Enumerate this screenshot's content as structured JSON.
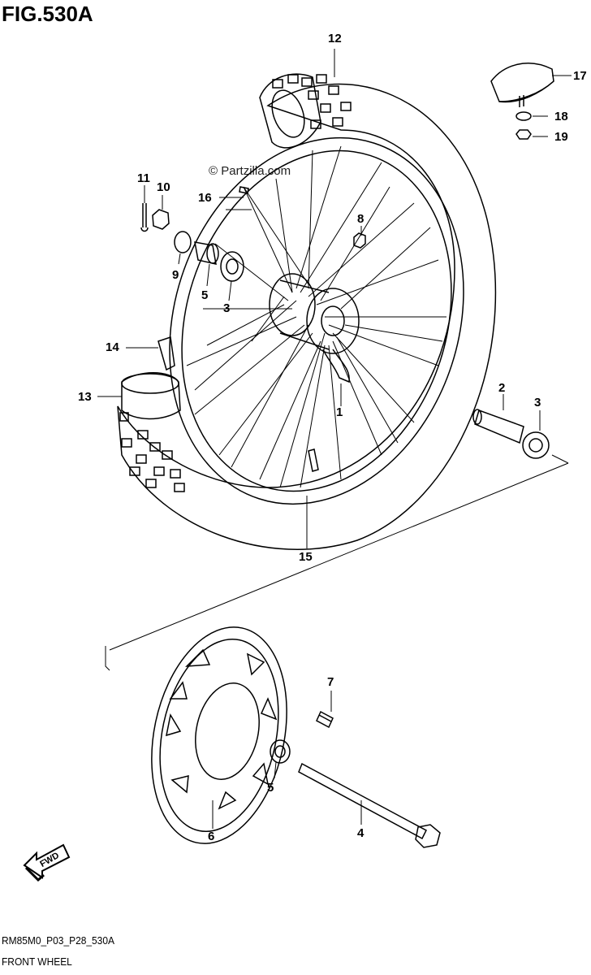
{
  "figure": {
    "title": "FIG.530A",
    "watermark": "© Partzilla.com",
    "footer_code": "RM85M0_P03_P28_530A",
    "footer_name": "FRONT WHEEL",
    "fwd_label": "FWD"
  },
  "callouts": [
    {
      "id": "c12",
      "text": "12"
    },
    {
      "id": "c17",
      "text": "17"
    },
    {
      "id": "c18",
      "text": "18"
    },
    {
      "id": "c19",
      "text": "19"
    },
    {
      "id": "c11",
      "text": "11"
    },
    {
      "id": "c10",
      "text": "10"
    },
    {
      "id": "c16",
      "text": "16"
    },
    {
      "id": "c8",
      "text": "8"
    },
    {
      "id": "c9",
      "text": "9"
    },
    {
      "id": "c5a",
      "text": "5"
    },
    {
      "id": "c3a",
      "text": "3"
    },
    {
      "id": "c14",
      "text": "14"
    },
    {
      "id": "c13",
      "text": "13"
    },
    {
      "id": "c1",
      "text": "1"
    },
    {
      "id": "c2",
      "text": "2"
    },
    {
      "id": "c3b",
      "text": "3"
    },
    {
      "id": "c15",
      "text": "15"
    },
    {
      "id": "c7",
      "text": "7"
    },
    {
      "id": "c5b",
      "text": "5"
    },
    {
      "id": "c6",
      "text": "6"
    },
    {
      "id": "c4",
      "text": "4"
    }
  ]
}
